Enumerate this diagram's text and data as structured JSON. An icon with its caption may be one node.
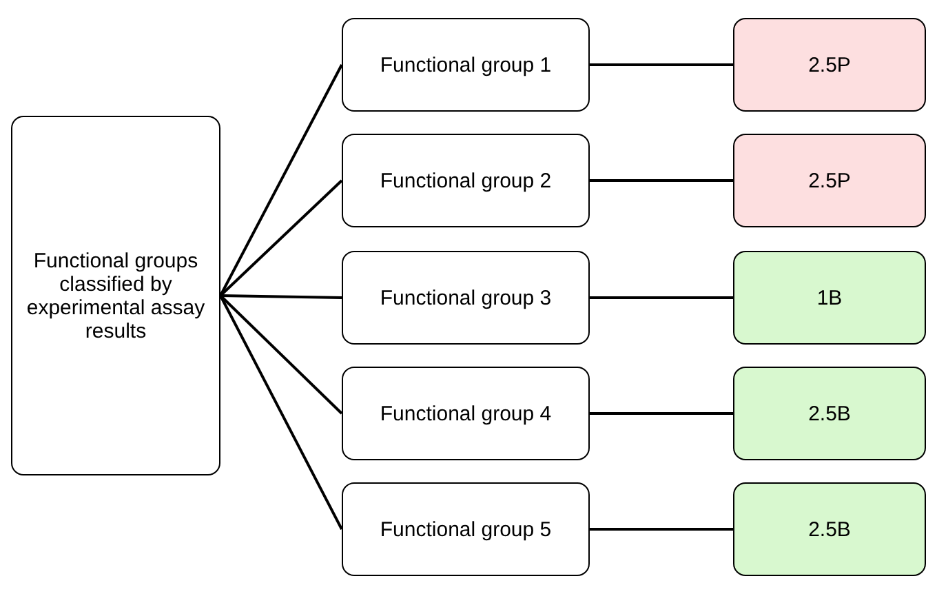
{
  "diagram": {
    "nodes": [
      {
        "text": [
          "Functional groups classified by experimental assay results"
        ]
      },
      {
        "text": [
          "Functional group 1"
        ]
      },
      {
        "text": [
          "2.5P"
        ]
      },
      {
        "text": [
          "Functional group 2"
        ]
      },
      {
        "text": [
          "2.5P"
        ]
      },
      {
        "text": [
          "Functional group 3"
        ]
      },
      {
        "text": [
          "1B"
        ]
      },
      {
        "text": [
          "Functional group 4"
        ]
      },
      {
        "text": [
          "2.5B"
        ]
      },
      {
        "text": [
          "Functional group 5"
        ]
      },
      {
        "text": [
          "2.5B"
        ]
      }
    ],
    "edges": [
      {
        "from": 0,
        "to": 1,
        "arrow": "none"
      },
      {
        "from": 0,
        "to": 3,
        "arrow": "none"
      },
      {
        "from": 0,
        "to": 5,
        "arrow": "none"
      },
      {
        "from": 0,
        "to": 7,
        "arrow": "none"
      },
      {
        "from": 0,
        "to": 9,
        "arrow": "none"
      },
      {
        "from": 1,
        "to": 2,
        "arrow": "none"
      },
      {
        "from": 3,
        "to": 4,
        "arrow": "none"
      },
      {
        "from": 5,
        "to": 6,
        "arrow": "none"
      },
      {
        "from": 7,
        "to": 8,
        "arrow": "none"
      },
      {
        "from": 9,
        "to": 10,
        "arrow": "none"
      }
    ]
  }
}
